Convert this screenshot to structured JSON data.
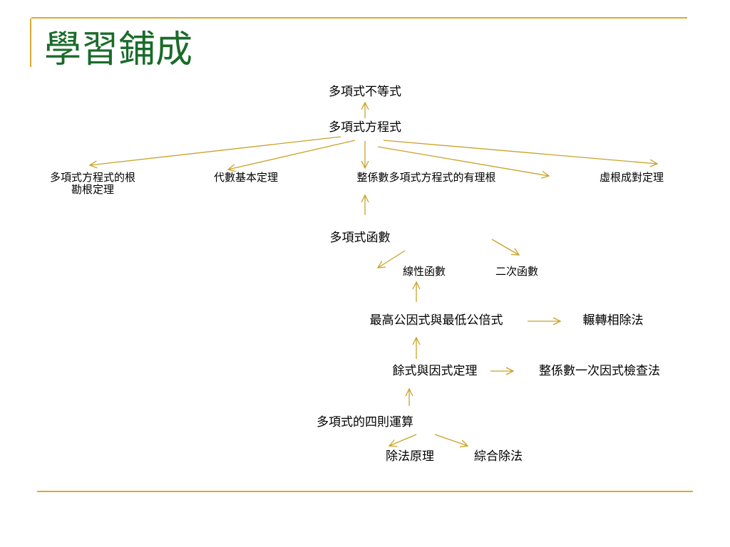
{
  "title": "學習鋪成",
  "colors": {
    "title": "#1a6b2a",
    "arrow": "#c9a227",
    "rule": "#e0a830",
    "text": "#000000"
  },
  "nodes": {
    "poly_inequality": "多項式不等式",
    "poly_equation": "多項式方程式",
    "root_theorem": "多項式方程式的根",
    "root_theorem_2": "勘根定理",
    "fundamental_theorem": "代數基本定理",
    "rational_root": "整係數多項式方程式的有理根",
    "conjugate_root": "虛根成對定理",
    "poly_function": "多項式函數",
    "linear_function": "線性函數",
    "quadratic_function": "二次函數",
    "gcd_lcm": "最高公因式與最低公倍式",
    "euclidean": "輾轉相除法",
    "remainder_factor": "餘式與因式定理",
    "linear_factor_test": "整係數一次因式檢查法",
    "poly_operations": "多項式的四則運算",
    "division_principle": "除法原理",
    "synthetic_division": "綜合除法"
  }
}
